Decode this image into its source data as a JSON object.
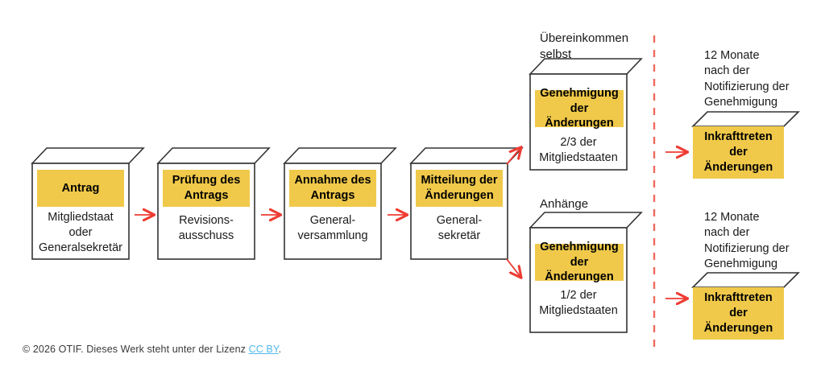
{
  "diagram": {
    "title_hidden": "",
    "colors": {
      "accent_yellow": "#f0c94a",
      "arrow_red": "#ee3b33",
      "divider_red": "#f06a5e",
      "outline": "#333333",
      "link_blue": "#4fb8e8"
    },
    "stages": [
      {
        "id": "stage-1",
        "banner": "Antrag",
        "subtext": "Mitgliedstaat\noder\nGeneralsekretär"
      },
      {
        "id": "stage-2",
        "banner": "Prüfung des\nAntrags",
        "subtext": "Revisions-\nausschuss"
      },
      {
        "id": "stage-3",
        "banner": "Annahme des\nAntrags",
        "subtext": "General-\nversammlung"
      },
      {
        "id": "stage-4",
        "banner": "Mitteilung der\nÄnderungen",
        "subtext": "General-\nsekretär"
      }
    ],
    "branches": [
      {
        "id": "branch-convention",
        "caption": "Übereinkommen\nselbst",
        "banner": "Genehmigung\nder Änderungen",
        "subtext": "2/3 der\nMitgliedstaaten"
      },
      {
        "id": "branch-annexes",
        "caption": "Anhänge",
        "banner": "Genehmigung\nder Änderungen",
        "subtext": "1/2 der\nMitgliedstaaten"
      }
    ],
    "outcomes": [
      {
        "id": "outcome-convention",
        "caption": "12 Monate\nnach der\nNotifizierung der\nGenehmigung",
        "label": "Inkrafttreten\nder\nÄnderungen"
      },
      {
        "id": "outcome-annexes",
        "caption": "12 Monate\nnach der\nNotifizierung der\nGenehmigung",
        "label": "Inkrafttreten\nder\nÄnderungen"
      }
    ],
    "footer": {
      "prefix": "© 2026 OTIF. Dieses Werk steht unter der Lizenz ",
      "license": "CC BY",
      "suffix": "."
    }
  }
}
